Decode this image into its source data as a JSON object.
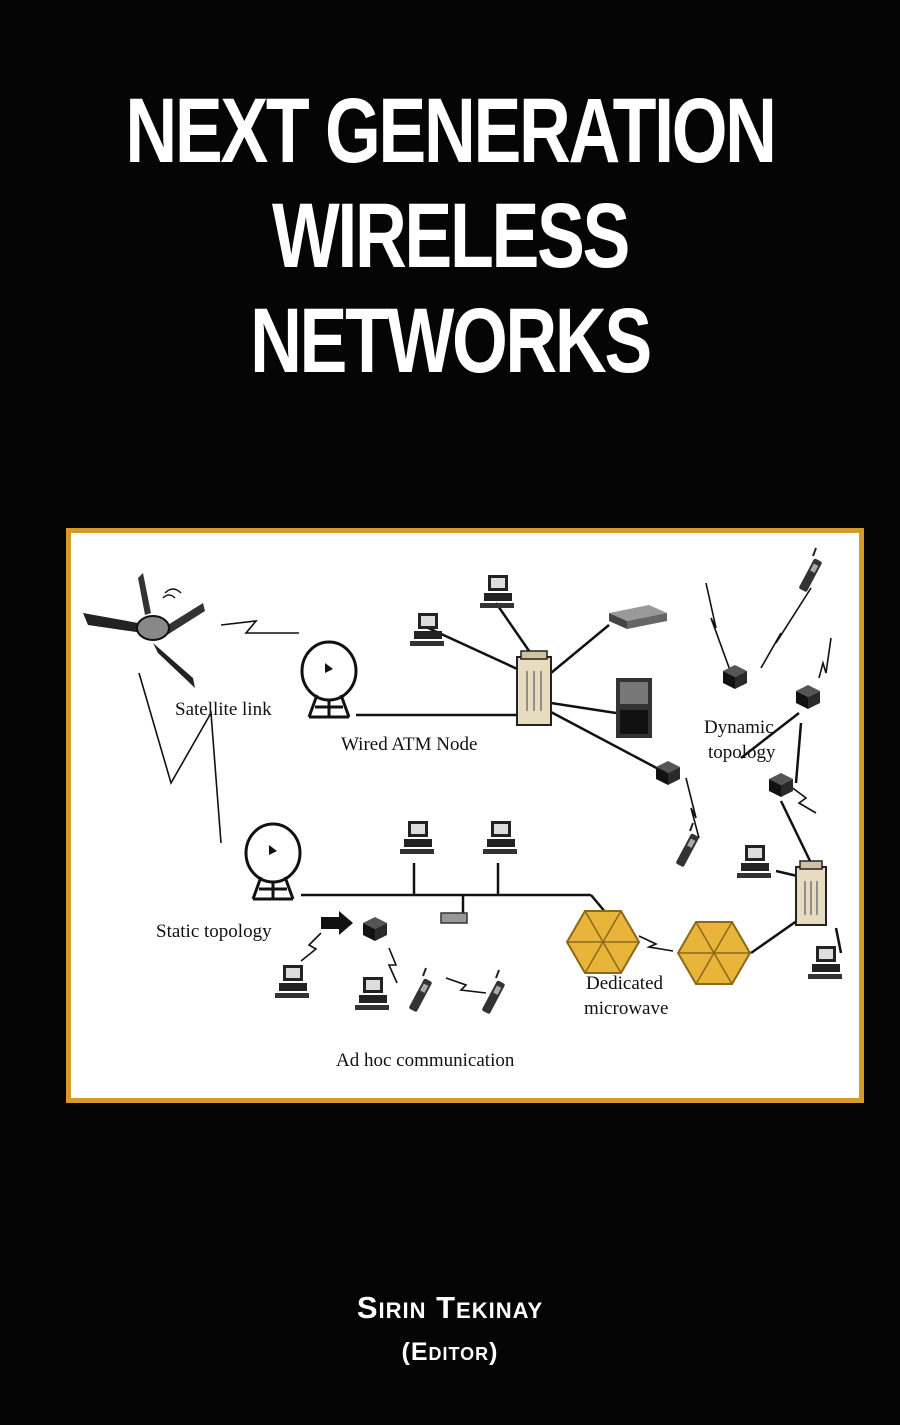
{
  "cover": {
    "title_lines": [
      "NEXT GENERATION",
      "WIRELESS",
      "NETWORKS"
    ],
    "author": "Sirin Tekinay",
    "role": "(Editor)",
    "colors": {
      "background": "#050505",
      "frame_border": "#d49a2a",
      "text": "#ffffff",
      "hexagon": "#e8b53a"
    }
  },
  "diagram": {
    "labels": {
      "satellite_link": "Satellite link",
      "wired_atm_node": "Wired ATM Node",
      "dynamic_topology_1": "Dynamic",
      "dynamic_topology_2": "topology",
      "static_topology": "Static topology",
      "dedicated_microwave_1": "Dedicated",
      "dedicated_microwave_2": "microwave",
      "ad_hoc_communication": "Ad hoc communication"
    }
  }
}
